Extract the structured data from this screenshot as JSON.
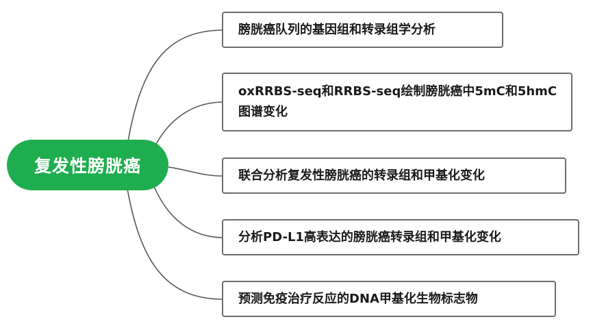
{
  "root": {
    "label": "复发性膀胱癌"
  },
  "branches": [
    {
      "label": "膀胱癌队列的基因组和转录组学分析"
    },
    {
      "label": "oxRRBS-seq和RRBS-seq绘制膀胱癌中5mC和5hmC图谱变化"
    },
    {
      "label": "联合分析复发性膀胱癌的转录组和甲基化变化"
    },
    {
      "label": "分析PD-L1高表达的膀胱癌转录组和甲基化变化"
    },
    {
      "label": "预测免疫治疗反应的DNA甲基化生物标志物"
    }
  ],
  "colors": {
    "root_fill": "#1fae4f",
    "root_text": "#ffffff",
    "branch_border": "#6b6b6b",
    "connector": "#555555"
  }
}
